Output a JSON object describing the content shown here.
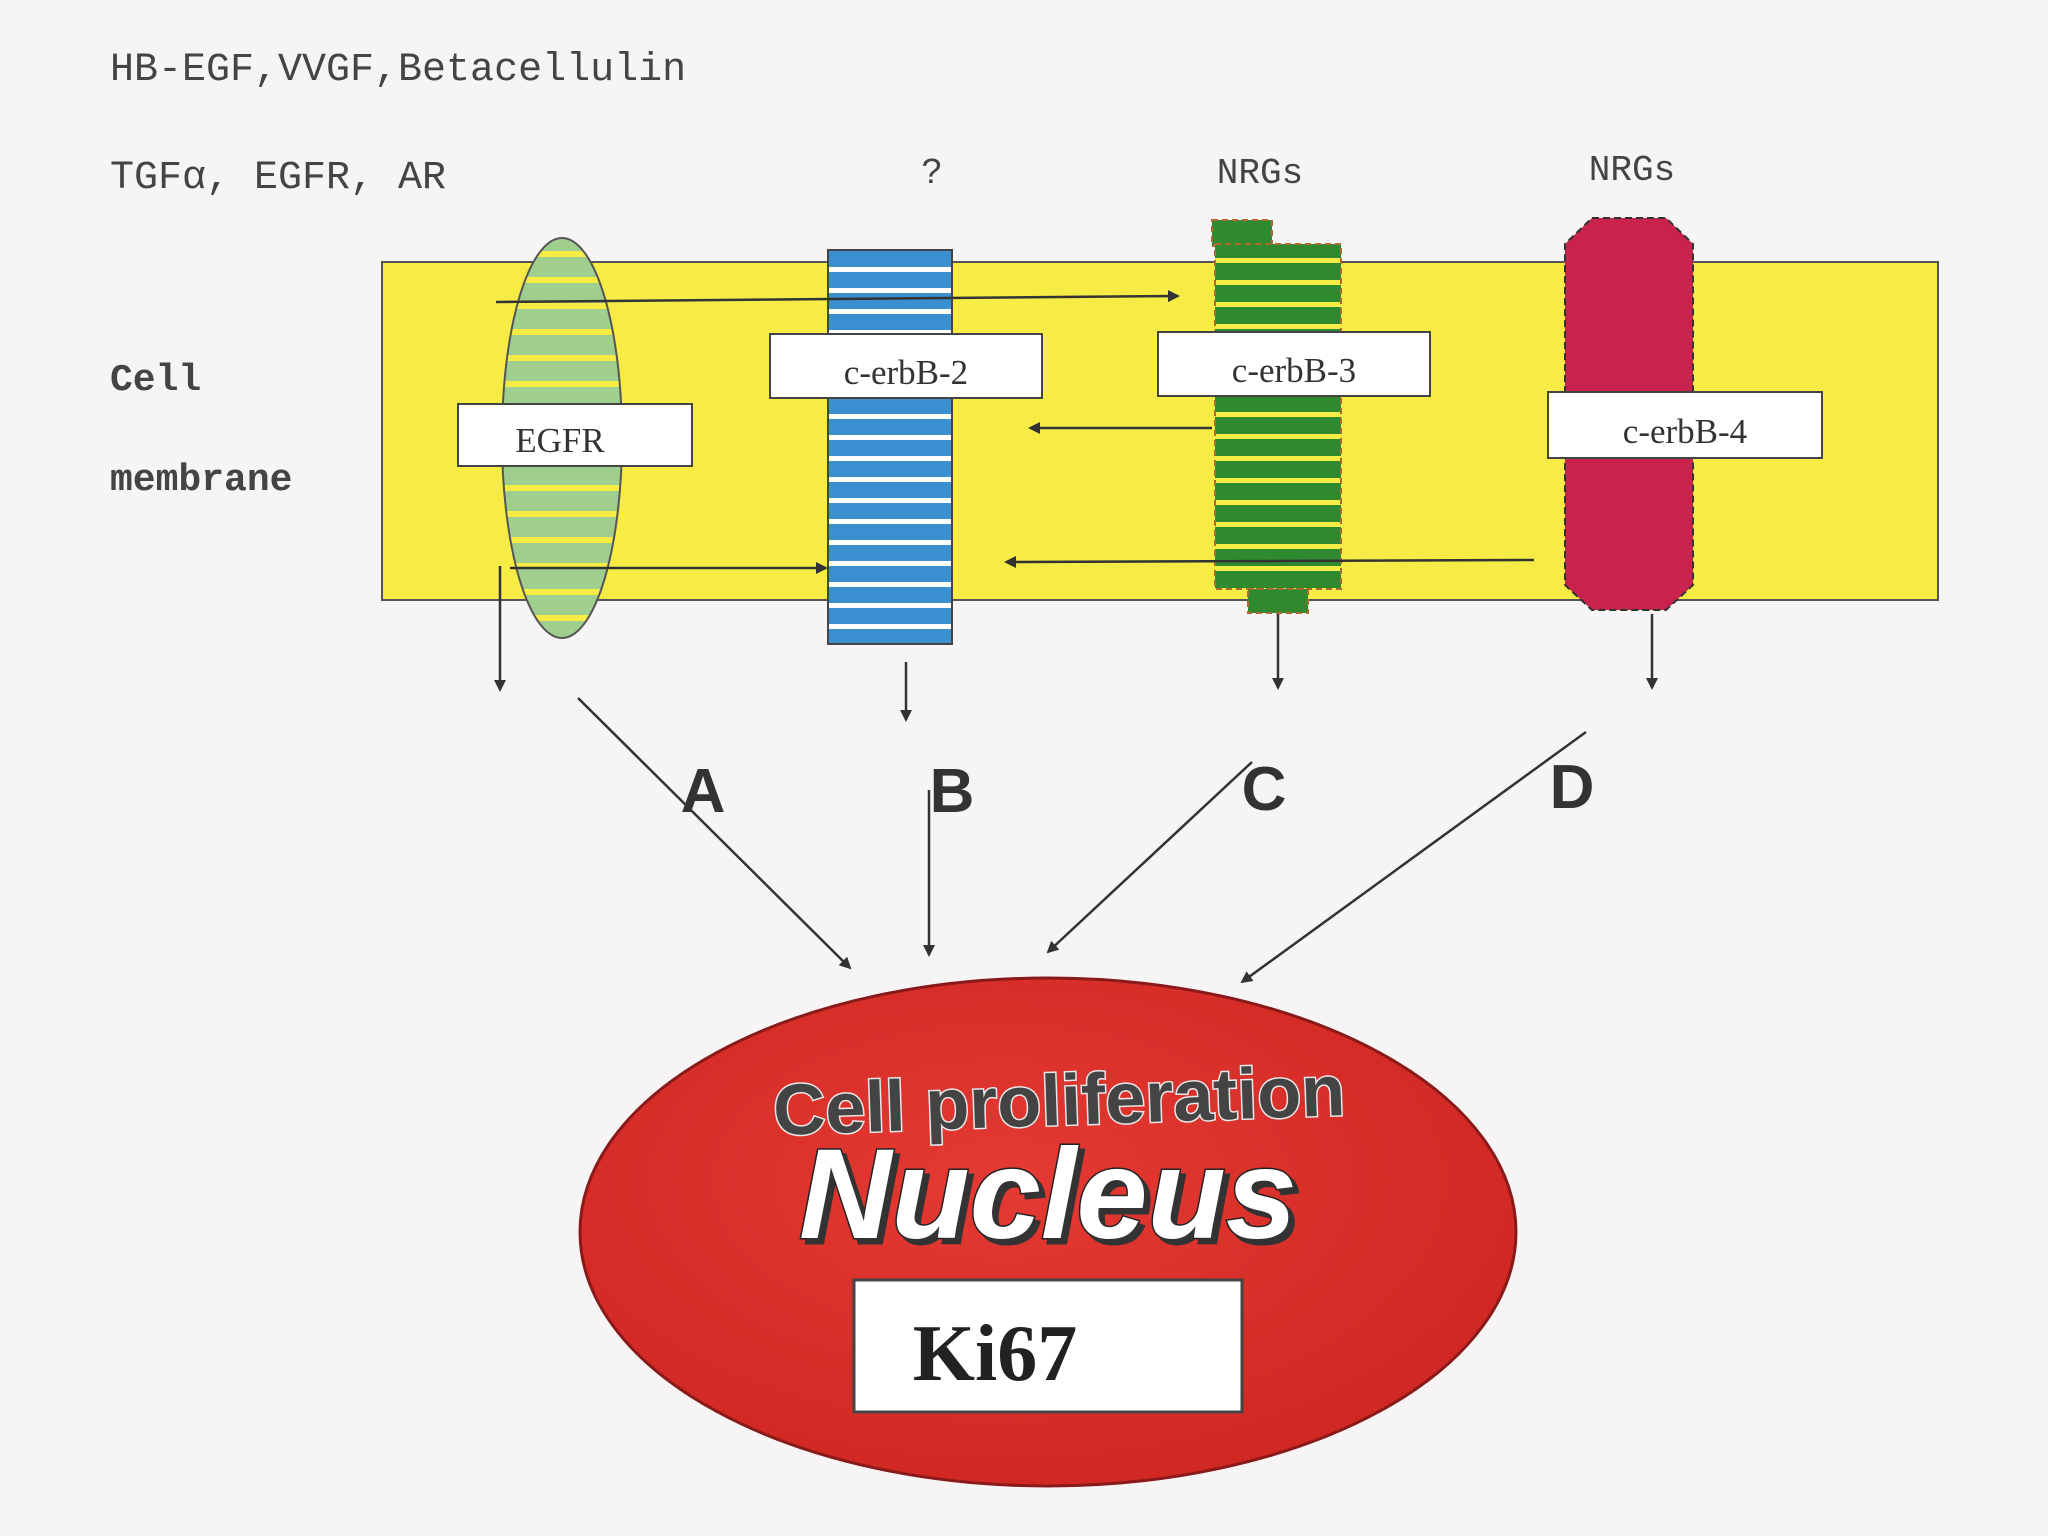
{
  "ligands": {
    "line1": "HB-EGF,VVGF,Betacellulin",
    "line2": "TGFα, EGFR, AR",
    "erbb2_ligand": "?",
    "erbb3_ligand": "NRGs",
    "erbb4_ligand": "NRGs"
  },
  "membrane": {
    "label_line1": "Cell",
    "label_line2": "membrane",
    "color": "#f7ec45"
  },
  "receptors": {
    "egfr": {
      "label": "EGFR",
      "color": "#9fce8e"
    },
    "erbb2": {
      "label": "c-erbB-2",
      "color": "#3a8fd0"
    },
    "erbb3": {
      "label": "c-erbB-3",
      "color": "#2f8a2f"
    },
    "erbb4": {
      "label": "c-erbB-4",
      "color": "#c8224d"
    }
  },
  "pathways": [
    "A",
    "B",
    "C",
    "D"
  ],
  "nucleus": {
    "caption": "Cell proliferation",
    "title": "Nucleus",
    "marker": "Ki67",
    "color": "#e0322d"
  }
}
